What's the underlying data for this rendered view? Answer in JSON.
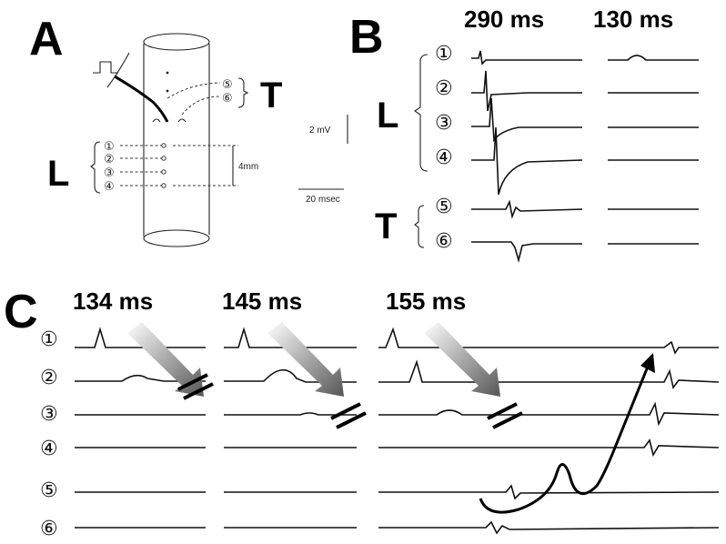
{
  "panels": {
    "a": {
      "letter": "A"
    },
    "b": {
      "letter": "B"
    },
    "c": {
      "letter": "C"
    }
  },
  "groups": {
    "left": "L",
    "top": "T"
  },
  "electrodes": [
    "①",
    "②",
    "③",
    "④",
    "⑤",
    "⑥"
  ],
  "panel_a": {
    "scale_voltage": "2 mV",
    "scale_distance": "4mm",
    "scale_time": "20 msec"
  },
  "panel_b": {
    "timings": [
      "290 ms",
      "130 ms"
    ]
  },
  "panel_c": {
    "timings": [
      "134 ms",
      "145 ms",
      "155 ms"
    ]
  }
}
